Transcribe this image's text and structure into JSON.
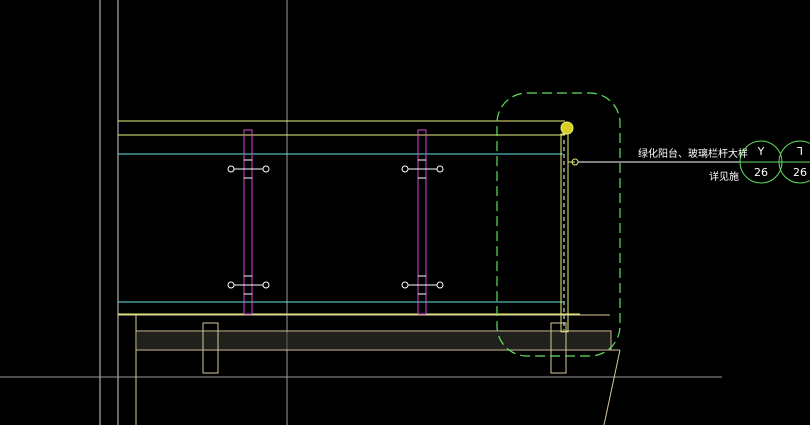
{
  "drawing": {
    "background": "#000000",
    "colors": {
      "white_line": "#d8d8d8",
      "rail_yellow": "#e6f07a",
      "glass_cyan": "#63e6e6",
      "post_magenta": "#d24ad2",
      "slab_tan": "#d8c89a",
      "cloud_green": "#5fe05f",
      "text": "#ffffff"
    }
  },
  "annotation": {
    "line1": "绿化阳台、玻璃栏杆大样",
    "line2": "详见施"
  },
  "detail_bubbles": [
    {
      "symbol": "Y",
      "sheet": "26"
    },
    {
      "symbol": "⅂",
      "sheet": "26"
    }
  ]
}
